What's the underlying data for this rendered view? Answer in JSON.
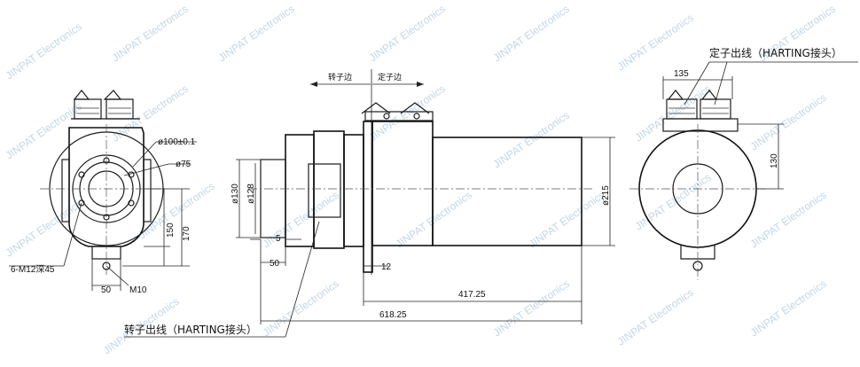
{
  "watermark": "JINPAT Electronics",
  "left_view": {
    "dia_100": "ø100±0.1",
    "dia_75": "ø75",
    "height_150": "150",
    "height_170": "170",
    "holes": "6-M12深45",
    "width_50": "50",
    "thread_m10": "M10"
  },
  "side_view": {
    "rotor_side": "转子边",
    "stator_side": "定子边",
    "dia_130": "ø130",
    "dia_128": "ø128",
    "dim_5": "5",
    "dim_50": "50",
    "dim_12": "12",
    "dia_215": "ø215",
    "len_417": "417.25",
    "len_618": "618.25",
    "rotor_outlet": "转子出线（HARTING接头）"
  },
  "right_view": {
    "stator_outlet": "定子出线（HARTING接头）",
    "width_135": "135",
    "height_130": "130"
  }
}
